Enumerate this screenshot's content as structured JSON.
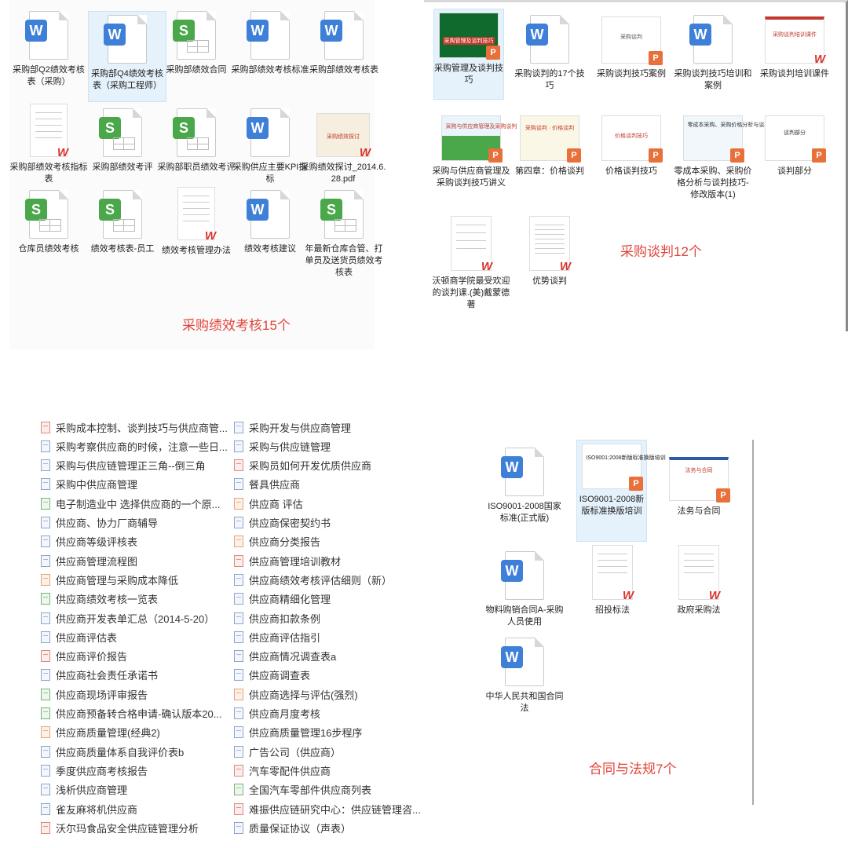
{
  "panels": {
    "performance": {
      "caption": "采购绩效考核15个",
      "items": [
        {
          "label": "采购部Q2绩效考核表（采购）",
          "icon": "word"
        },
        {
          "label": "采购部Q4绩效考核表（采购工程师）",
          "icon": "word",
          "selected": true
        },
        {
          "label": "采购部绩效合同",
          "icon": "spreadsheet"
        },
        {
          "label": "采购部绩效考核标准",
          "icon": "word"
        },
        {
          "label": "采购部绩效考核表",
          "icon": "word"
        },
        {
          "label": "采购部绩效考核指标表",
          "icon": "wps-document"
        },
        {
          "label": "采购部绩效考评",
          "icon": "spreadsheet"
        },
        {
          "label": "采购部职员绩效考评",
          "icon": "spreadsheet"
        },
        {
          "label": "采购供应主要KPI指标",
          "icon": "word"
        },
        {
          "label": "采购绩效探讨_2014.6.28.pdf",
          "icon": "pdf-thumbnail"
        },
        {
          "label": "仓库员绩效考核",
          "icon": "spreadsheet"
        },
        {
          "label": "绩效考核表-员工",
          "icon": "spreadsheet"
        },
        {
          "label": "绩效考核管理办法",
          "icon": "wps-document"
        },
        {
          "label": "绩效考核建议",
          "icon": "word"
        },
        {
          "label": "年最新仓库合管、打单员及送货员绩效考核表",
          "icon": "spreadsheet"
        }
      ]
    },
    "negotiation": {
      "caption": "采购谈判12个",
      "items": [
        {
          "label": "采购管理及谈判技巧",
          "icon": "ppt-thumbnail",
          "selected": true
        },
        {
          "label": "采购谈判的17个技巧",
          "icon": "word"
        },
        {
          "label": "采购谈判技巧案例",
          "icon": "ppt-thumbnail"
        },
        {
          "label": "采购谈判技巧培训和案例",
          "icon": "word"
        },
        {
          "label": "采购谈判培训课件",
          "icon": "wps-thumbnail"
        },
        {
          "label": "采购与供应商管理及采购谈判技巧讲义",
          "icon": "ppt-thumbnail"
        },
        {
          "label": "第四章：价格谈判",
          "icon": "ppt-thumbnail"
        },
        {
          "label": "价格谈判技巧",
          "icon": "ppt-thumbnail"
        },
        {
          "label": "零成本采购、采购价格分析与谈判技巧-修改版本(1)",
          "icon": "ppt-thumbnail"
        },
        {
          "label": "谈判部分",
          "icon": "ppt-thumbnail"
        },
        {
          "label": "沃顿商学院最受欢迎的谈判课.(美)戴蒙德著",
          "icon": "wps-document"
        },
        {
          "label": "优势谈判",
          "icon": "wps-document"
        }
      ]
    },
    "supplier_list": {
      "left": [
        {
          "label": "采购成本控制、谈判技巧与供应商管...",
          "color": "red"
        },
        {
          "label": "采购考察供应商的时候，注意一些日...",
          "color": "blue"
        },
        {
          "label": "采购与供应链管理正三角--倒三角",
          "color": "blue"
        },
        {
          "label": "采购中供应商管理",
          "color": "blue"
        },
        {
          "label": "电子制造业中 选择供应商的一个原...",
          "color": "green"
        },
        {
          "label": "供应商、协力厂商辅导",
          "color": "blue"
        },
        {
          "label": "供应商等级评核表",
          "color": "blue"
        },
        {
          "label": "供应商管理流程图",
          "color": "blue"
        },
        {
          "label": "供应商管理与采购成本降低",
          "color": "orange"
        },
        {
          "label": "供应商绩效考核一览表",
          "color": "green"
        },
        {
          "label": "供应商开发表单汇总（2014-5-20）",
          "color": "blue"
        },
        {
          "label": "供应商评估表",
          "color": "blue"
        },
        {
          "label": "供应商评价报告",
          "color": "red"
        },
        {
          "label": "供应商社会责任承诺书",
          "color": "blue"
        },
        {
          "label": "供应商现场评审报告",
          "color": "green"
        },
        {
          "label": "供应商预备转合格申请-确认版本20...",
          "color": "green"
        },
        {
          "label": "供应商质量管理(经典2)",
          "color": "orange"
        },
        {
          "label": "供应商质量体系自我评价表b",
          "color": "blue"
        },
        {
          "label": "季度供应商考核报告",
          "color": "blue"
        },
        {
          "label": "浅析供应商管理",
          "color": "blue"
        },
        {
          "label": "雀友麻将机供应商",
          "color": "blue"
        },
        {
          "label": "沃尔玛食品安全供应链管理分析",
          "color": "red"
        }
      ],
      "right": [
        {
          "label": "采购开发与供应商管理",
          "color": "blue"
        },
        {
          "label": "采购与供应链管理",
          "color": "blue"
        },
        {
          "label": "采购员如何开发优质供应商",
          "color": "red"
        },
        {
          "label": "餐具供应商",
          "color": "blue"
        },
        {
          "label": "供应商 评估",
          "color": "orange"
        },
        {
          "label": "供应商保密契约书",
          "color": "blue"
        },
        {
          "label": "供应商分类报告",
          "color": "orange"
        },
        {
          "label": "供应商管理培训教材",
          "color": "red"
        },
        {
          "label": "供应商绩效考核评估细则（新）",
          "color": "blue"
        },
        {
          "label": "供应商精细化管理",
          "color": "blue"
        },
        {
          "label": "供应商扣款条例",
          "color": "blue"
        },
        {
          "label": "供应商评估指引",
          "color": "blue"
        },
        {
          "label": "供应商情况调查表a",
          "color": "blue"
        },
        {
          "label": "供应商调查表",
          "color": "blue"
        },
        {
          "label": "供应商选择与评估(强烈)",
          "color": "orange"
        },
        {
          "label": "供应商月度考核",
          "color": "blue"
        },
        {
          "label": "供应商质量管理16步程序",
          "color": "blue"
        },
        {
          "label": "广告公司（供应商）",
          "color": "blue"
        },
        {
          "label": "汽车零配件供应商",
          "color": "red"
        },
        {
          "label": "全国汽车零部件供应商列表",
          "color": "green"
        },
        {
          "label": "难振供应链研究中心：供应链管理咨...",
          "color": "red"
        },
        {
          "label": "质量保证协议（声表）",
          "color": "blue"
        }
      ]
    },
    "legal": {
      "caption": "合同与法规7个",
      "items": [
        {
          "label": "ISO9001-2008国家标准(正式版)",
          "icon": "word"
        },
        {
          "label": "ISO9001-2008新版标准换版培训",
          "icon": "ppt-thumbnail",
          "selected": true
        },
        {
          "label": "法务与合同",
          "icon": "ppt-thumbnail"
        },
        {
          "label": "物料购销合同A-采购人员使用",
          "icon": "word"
        },
        {
          "label": "招投标法",
          "icon": "wps-document"
        },
        {
          "label": "政府采购法",
          "icon": "wps-document"
        },
        {
          "label": "中华人民共和国合同法",
          "icon": "word"
        }
      ]
    }
  },
  "thumb_titles": {
    "neg0": "采购管理及谈判技巧",
    "neg2": "采购谈判",
    "neg4": "采购谈判培训课件",
    "neg5": "采购与供应商管理及采购谈判",
    "neg6": "采购谈判 · 价格谈判",
    "neg7": "价格谈判技巧",
    "neg8": "零成本采购、采购价格分析与谈判技巧",
    "neg9": "谈判部分",
    "perf9": "采购绩效探讨",
    "legal1": "ISO9001:2008新版标准换版培训",
    "legal2": "法务与合同"
  },
  "colors": {
    "caption": "#e0453a",
    "word": "#3e7fd8",
    "spreadsheet": "#4aa84a",
    "ppt": "#e8703a",
    "wps": "#d9342b"
  }
}
